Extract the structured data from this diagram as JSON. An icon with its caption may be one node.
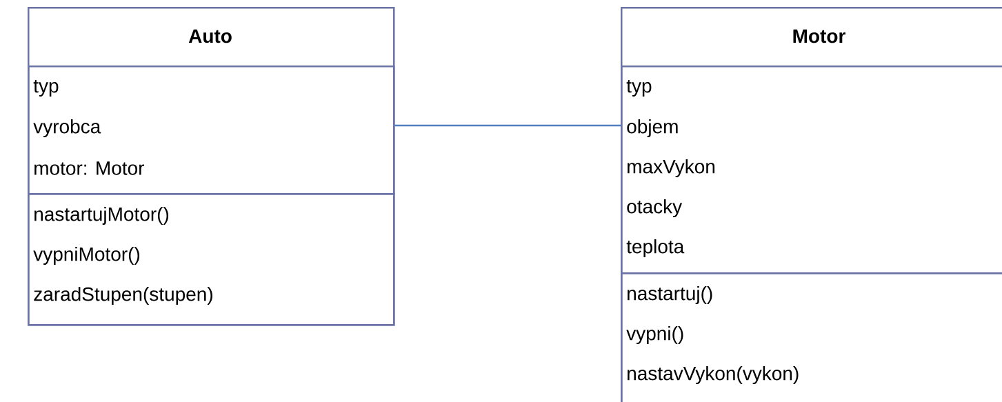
{
  "diagram": {
    "nodes": [
      {
        "text": [
          "Auto"
        ]
      },
      {
        "text": [
          "typ",
          "vyrobca",
          "motor: Motor"
        ],
        "in": 0
      },
      {
        "text": [
          "nastartujMotor()",
          "vypniMotor()",
          "zaradStupen(stupen)"
        ],
        "in": 0
      },
      {
        "text": [
          "Motor"
        ]
      },
      {
        "text": [
          "typ",
          "objem",
          "maxVykon",
          "otacky",
          "teplota"
        ],
        "in": 3
      },
      {
        "text": [
          "nastartuj()",
          "vypni()",
          "nastavVykon(vykon)"
        ],
        "in": 3
      }
    ],
    "edges": [
      {
        "from": 0,
        "to": 3,
        "arrow": "none"
      }
    ]
  }
}
